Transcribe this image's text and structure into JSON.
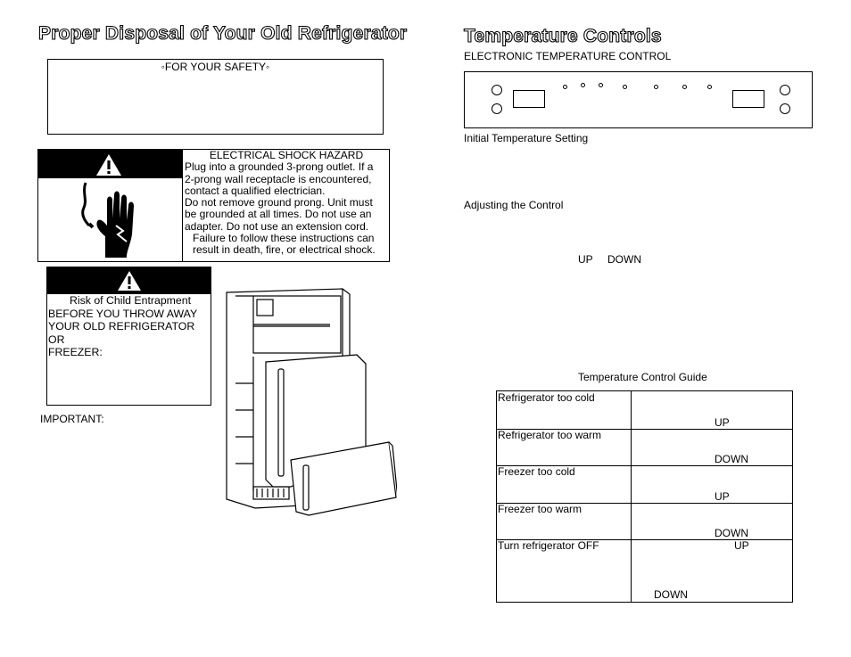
{
  "left": {
    "title": "Proper Disposal of Your Old Refrigerator",
    "safety_header": "◦FOR YOUR SAFETY◦",
    "shock": {
      "heading": "ELECTRICAL SHOCK HAZARD",
      "lines": [
        "Plug into a grounded 3-prong outlet.  If a",
        "2-prong wall receptacle is encountered,",
        "contact a qualified electrician.",
        "Do not remove ground prong.  Unit must",
        "be grounded at all times.  Do not use an",
        "adapter.  Do not use an extension cord.",
        "Failure to follow these instructions can",
        "result in death, fire, or electrical shock."
      ]
    },
    "child": {
      "heading": "Risk of Child Entrapment",
      "lines": [
        "BEFORE YOU THROW AWAY",
        "YOUR OLD REFRIGERATOR OR",
        "FREEZER:"
      ]
    },
    "important_label": "IMPORTANT:"
  },
  "right": {
    "title": "Temperature Controls",
    "subtitle": "ELECTRONIC TEMPERATURE CONTROL",
    "initial_setting": "Initial Temperature Setting",
    "adjusting": "Adjusting the Control",
    "up_word": "UP",
    "down_word": "DOWN",
    "guide_title": "Temperature Control Guide",
    "guide_rows": [
      {
        "condition": "Refrigerator too cold",
        "action": "UP"
      },
      {
        "condition": "Refrigerator too warm",
        "action": "DOWN"
      },
      {
        "condition": "Freezer too cold",
        "action": "UP"
      },
      {
        "condition": "Freezer too warm",
        "action": "DOWN"
      },
      {
        "condition": "Turn refrigerator OFF",
        "action_top": "UP",
        "action_bottom": "DOWN"
      }
    ]
  }
}
